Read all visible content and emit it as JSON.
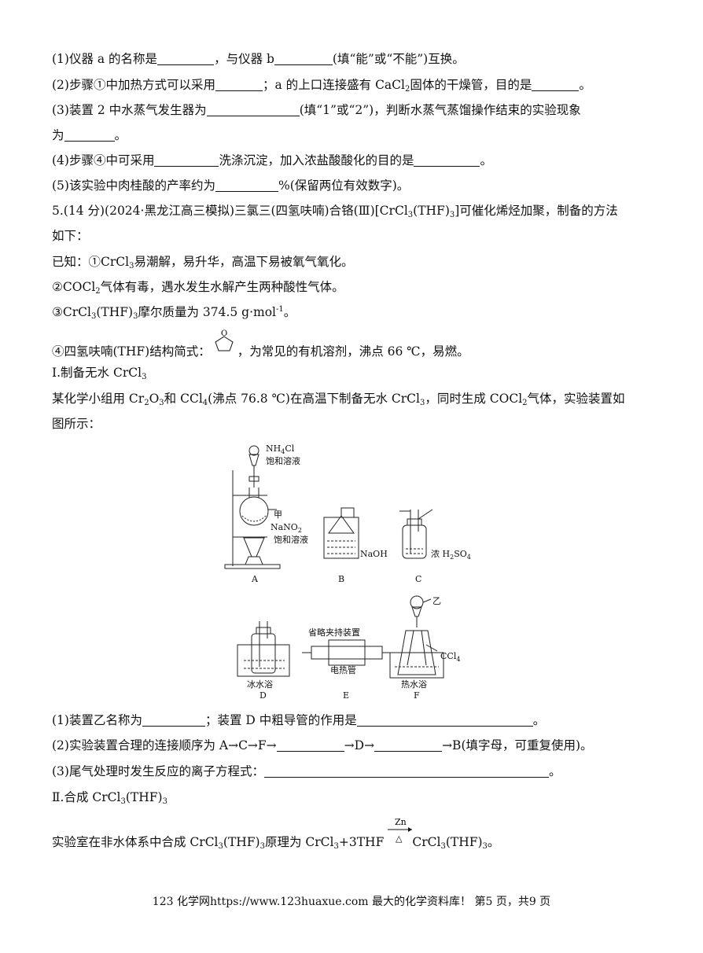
{
  "lines": {
    "q1a": "(1)仪器 a 的名称是",
    "q1b": "，与仪器 b",
    "q1c": "(填“能”或“不能”)互换。",
    "q2a": "(2)步骤①中加热方式可以采用",
    "q2b": "；a 的上口连接盛有 CaCl",
    "q2c": "固体的干燥管，目的是",
    "q2d": "。",
    "q3a": "(3)装置 2 中水蒸气发生器为",
    "q3b": "(填“1”或“2”)，判断水蒸气蒸馏操作结束的实验现象",
    "q3c": "为",
    "q3d": "。",
    "q4a": "(4)步骤④中可采用",
    "q4b": "洗涤沉淀，加入浓盐酸酸化的目的是",
    "q4c": "。",
    "q5a": "(5)该实验中肉桂酸的产率约为",
    "q5b": "%(保留两位有效数字)。",
    "p5a": "5.(14 分)(2024·黑龙江高三模拟)三氯三(四氢呋喃)合铬(Ⅲ)[CrCl",
    "p5b": "(THF)",
    "p5c": "]可催化烯烃加聚，制备的方法",
    "p5d": "如下：",
    "k1a": "已知：①CrCl",
    "k1b": "易潮解，易升华，高温下易被氧气氧化。",
    "k2a": "②COCl",
    "k2b": "气体有毒，遇水发生水解产生两种酸性气体。",
    "k3a": "③CrCl",
    "k3b": "(THF)",
    "k3c": "摩尔质量为 374.5 g·mol",
    "k3d": "-1",
    "k3e": "。",
    "k4a": "④四氢呋喃(THF)结构简式：",
    "k4b": "，为常见的有机溶剂，沸点 66 ℃，易燃。",
    "s1a": "Ⅰ.制备无水 CrCl",
    "i1a": "某化学小组用 Cr",
    "i1b": "O",
    "i1c": "和 CCl",
    "i1d": "(沸点 76.8 ℃)在高温下制备无水 CrCl",
    "i1e": "，同时生成 COCl",
    "i1f": "气体，实验装置如",
    "i1g": "图所示：",
    "b1a": "(1)装置乙名称为",
    "b1b": "；装置 D 中粗导管的作用是",
    "b1c": "。",
    "b2a": "(2)实验装置合理的连接顺序为 A→C→F→",
    "b2b": "→D→",
    "b2c": "→B(填字母，可重复使用)。",
    "b3a": "(3)尾气处理时发生反应的离子方程式：",
    "b3b": "。",
    "s2a": "Ⅱ.合成 CrCl",
    "s2b": "(THF)",
    "r1a": "实验室在非水体系中合成 CrCl",
    "r1b": "(THF)",
    "r1c": "原理为 CrCl",
    "r1d": "+3THF",
    "r1e": "CrCl",
    "r1f": "(THF)",
    "r1g": "。"
  },
  "subs": {
    "two": "2",
    "three": "3",
    "four": "4"
  },
  "figure": {
    "nh4cl": "NH",
    "nh4cl_tail": "Cl",
    "sat1": "饱和溶液",
    "jia": "甲",
    "nano2": "NaNO",
    "sat2": "饱和溶液",
    "naoh": "NaOH",
    "h2so4": "浓 H",
    "h2so4_tail": "SO",
    "A": "A",
    "B": "B",
    "C": "C",
    "D": "D",
    "E": "E",
    "F": "F",
    "yi": "乙",
    "holder": "省略夹持装置",
    "ccl4": "CCl",
    "heater": "电热管",
    "ice": "冰水浴",
    "hot": "热水浴"
  },
  "thf_ring_atom": "O",
  "reaction": {
    "catalyst": "Zn",
    "heat": "△"
  },
  "footer": "123 化学网https://www.123huaxue.com 最大的化学资料库！ 第5 页，共9 页"
}
